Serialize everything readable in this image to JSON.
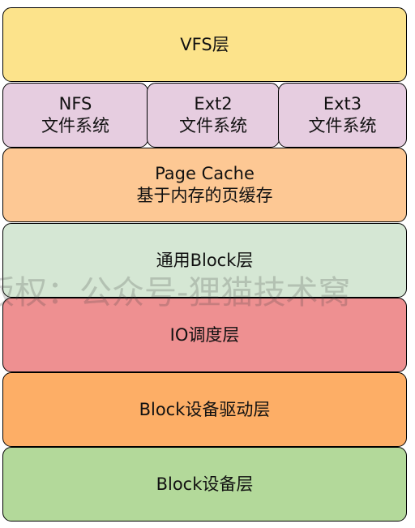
{
  "colors": {
    "vfs": "#fce38b",
    "fs": "#e6cde0",
    "page_cache": "#fdc894",
    "block": "#d5e7d4",
    "io_sched": "#ee9091",
    "driver": "#fdae66",
    "device": "#b3d99a"
  },
  "layers": {
    "vfs": {
      "label": "VFS层"
    },
    "filesystems": [
      {
        "name": "NFS",
        "desc": "文件系统"
      },
      {
        "name": "Ext2",
        "desc": "文件系统"
      },
      {
        "name": "Ext3",
        "desc": "文件系统"
      }
    ],
    "page_cache": {
      "line1": "Page Cache",
      "line2": "基于内存的页缓存"
    },
    "generic_block": {
      "label": "通用Block层"
    },
    "io_scheduler": {
      "label": "IO调度层"
    },
    "block_driver": {
      "label": "Block设备驱动层"
    },
    "block_device": {
      "label": "Block设备层"
    }
  },
  "watermark": "版权：公众号-狸猫技术窝"
}
